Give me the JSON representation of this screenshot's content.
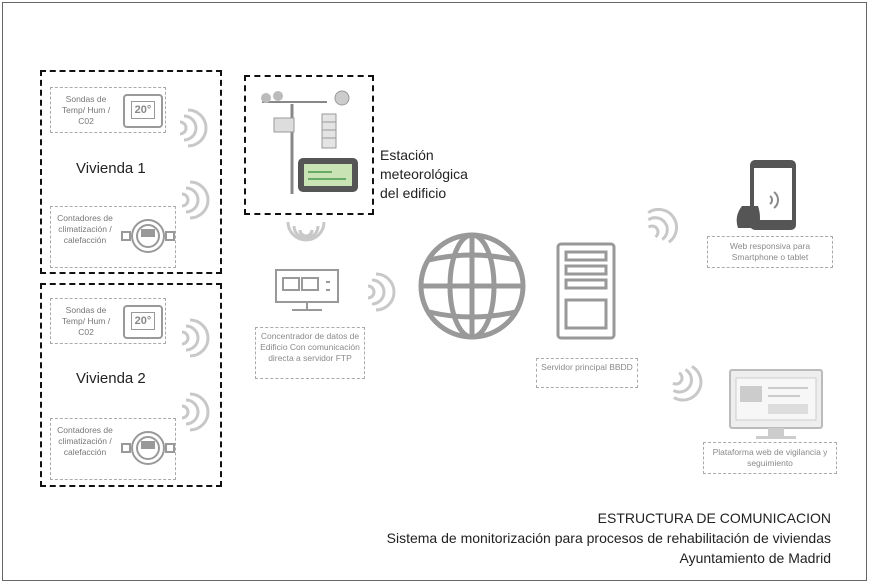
{
  "houses": [
    {
      "title": "Vivienda 1",
      "sensor_label": "Sondas de Temp/ Hum / C02",
      "sensor_display": "20°",
      "meter_label": "Contadores de climatización / calefacción"
    },
    {
      "title": "Vivienda 2",
      "sensor_label": "Sondas de Temp/ Hum / C02",
      "sensor_display": "20°",
      "meter_label": "Contadores de climatización / calefacción"
    }
  ],
  "weather_station": {
    "line1": "Estación",
    "line2": "meteorológica",
    "line3": "del edificio"
  },
  "concentrator": {
    "caption": "Concentrador de datos de Edificio Con comunicación directa a servidor FTP"
  },
  "server": {
    "caption": "Servidor principal BBDD"
  },
  "smartphone": {
    "caption": "Web responsiva para Smartphone o tablet"
  },
  "platform": {
    "caption": "Plataforma web de vigilancia y seguimiento"
  },
  "footer": {
    "title": "ESTRUCTURA DE COMUNICACION",
    "subtitle": "Sistema de monitorización para procesos de rehabilitación de viviendas",
    "org": "Ayuntamiento de Madrid"
  }
}
